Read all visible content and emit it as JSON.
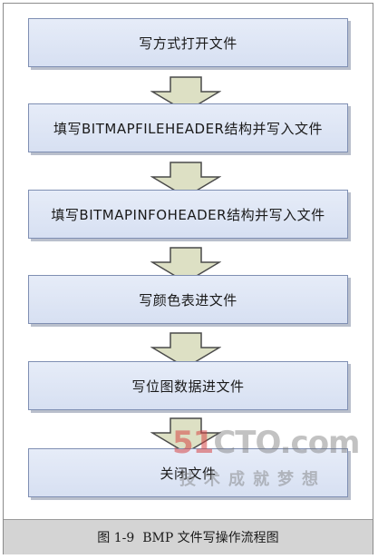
{
  "diagram": {
    "steps": [
      {
        "label": "写方式打开文件"
      },
      {
        "label": "填写BITMAPFILEHEADER结构并写入文件"
      },
      {
        "label": "填写BITMAPINFOHEADER结构并写入文件"
      },
      {
        "label": "写颜色表进文件"
      },
      {
        "label": "写位图数据进文件"
      },
      {
        "label": "关闭文件"
      }
    ],
    "caption": "图 1-9  BMP 文件写操作流程图"
  },
  "watermark": {
    "logo_number": "51",
    "logo_text": "CTO.com",
    "slogan": "技术成就梦想"
  },
  "colors": {
    "box_fill": "#dde4f4",
    "box_border": "#7f8fb3",
    "arrow_fill": "#dde0c4",
    "arrow_stroke": "#4a4a4a",
    "caption_bg": "#d4d4d4"
  }
}
